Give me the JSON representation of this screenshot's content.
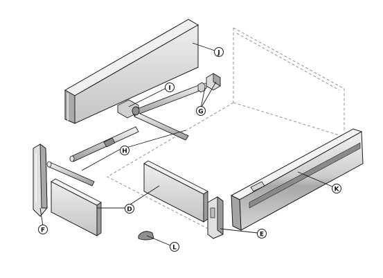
{
  "colors": {
    "outline": "#1a1a1a",
    "panel_light": "#e3e3e3",
    "panel_mid": "#cfcfcf",
    "panel_dark": "#9e9e9e",
    "dashed": "#9a9a9a",
    "callout_fill": "#ffffff"
  },
  "callouts": [
    {
      "id": "J",
      "label": "J"
    },
    {
      "id": "I",
      "label": "I"
    },
    {
      "id": "G",
      "label": "G"
    },
    {
      "id": "H",
      "label": "H"
    },
    {
      "id": "K",
      "label": "K"
    },
    {
      "id": "D",
      "label": "D"
    },
    {
      "id": "F",
      "label": "F"
    },
    {
      "id": "E",
      "label": "E"
    },
    {
      "id": "L",
      "label": "L"
    }
  ]
}
